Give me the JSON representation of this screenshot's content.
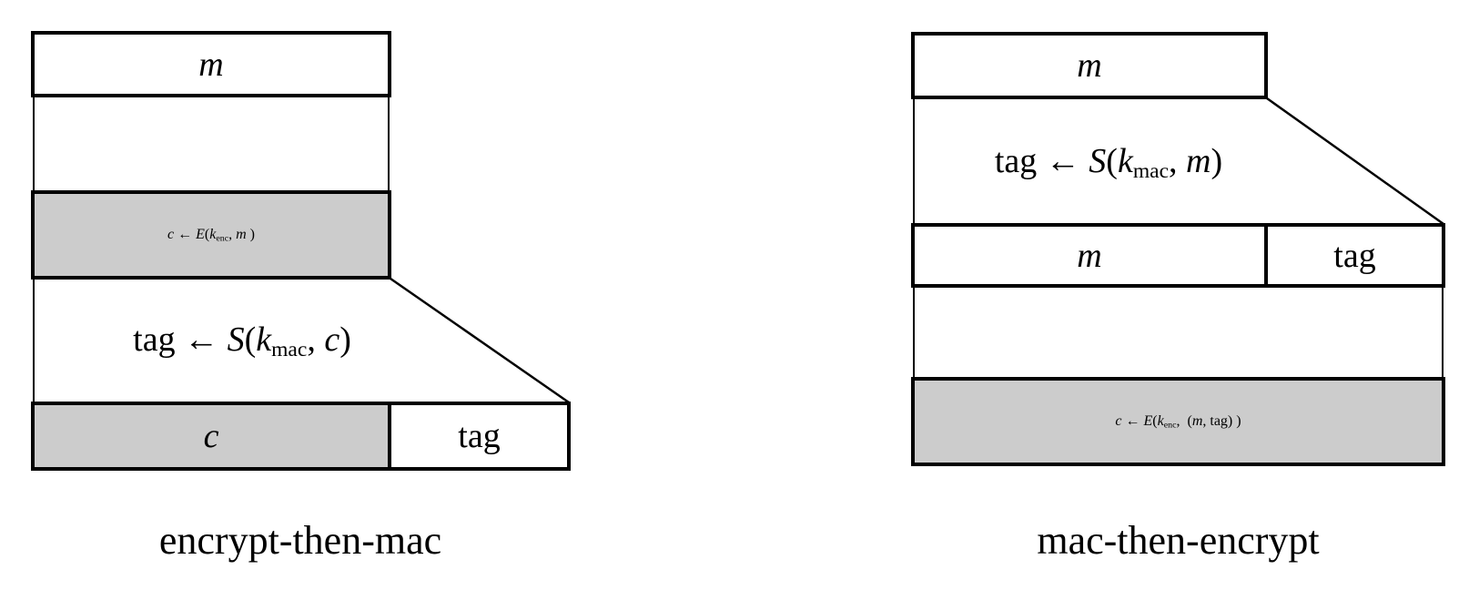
{
  "colors": {
    "background": "#ffffff",
    "box_fill_white": "#ffffff",
    "box_fill_gray": "#cccccc",
    "line": "#000000"
  },
  "left_diagram": {
    "caption": "encrypt-then-mac",
    "message_box_label": "m",
    "encrypt_formula": [
      {
        "t": "c",
        "k": "it"
      },
      {
        "t": " ← ",
        "k": "rm"
      },
      {
        "t": "E",
        "k": "it"
      },
      {
        "t": "(",
        "k": "rm"
      },
      {
        "t": "k",
        "k": "it"
      },
      {
        "t": "enc",
        "k": "sub"
      },
      {
        "t": ", ",
        "k": "rm"
      },
      {
        "t": "m",
        "k": "it"
      },
      {
        "t": " )",
        "k": "rm"
      }
    ],
    "mac_formula": [
      {
        "t": "tag",
        "k": "rm"
      },
      {
        "t": " ← ",
        "k": "rm"
      },
      {
        "t": "S",
        "k": "it"
      },
      {
        "t": "(",
        "k": "rm"
      },
      {
        "t": "k",
        "k": "it"
      },
      {
        "t": "mac",
        "k": "sub"
      },
      {
        "t": ", ",
        "k": "rm"
      },
      {
        "t": "c",
        "k": "it"
      },
      {
        "t": ")",
        "k": "rm"
      }
    ],
    "ciphertext_cell_label": "c",
    "tag_cell_label": "tag"
  },
  "right_diagram": {
    "caption": "mac-then-encrypt",
    "message_box_label": "m",
    "mac_formula": [
      {
        "t": "tag",
        "k": "rm"
      },
      {
        "t": " ← ",
        "k": "rm"
      },
      {
        "t": "S",
        "k": "it"
      },
      {
        "t": "(",
        "k": "rm"
      },
      {
        "t": "k",
        "k": "it"
      },
      {
        "t": "mac",
        "k": "sub"
      },
      {
        "t": ", ",
        "k": "rm"
      },
      {
        "t": "m",
        "k": "it"
      },
      {
        "t": ")",
        "k": "rm"
      }
    ],
    "message_cell_label": "m",
    "tag_cell_label": "tag",
    "encrypt_formula": [
      {
        "t": "c",
        "k": "it"
      },
      {
        "t": " ← ",
        "k": "rm"
      },
      {
        "t": "E",
        "k": "it"
      },
      {
        "t": "(",
        "k": "rm"
      },
      {
        "t": "k",
        "k": "it"
      },
      {
        "t": "enc",
        "k": "sub"
      },
      {
        "t": ",  ",
        "k": "rm"
      },
      {
        "t": "(",
        "k": "rm"
      },
      {
        "t": "m",
        "k": "it"
      },
      {
        "t": ", tag) )",
        "k": "rm"
      }
    ]
  }
}
